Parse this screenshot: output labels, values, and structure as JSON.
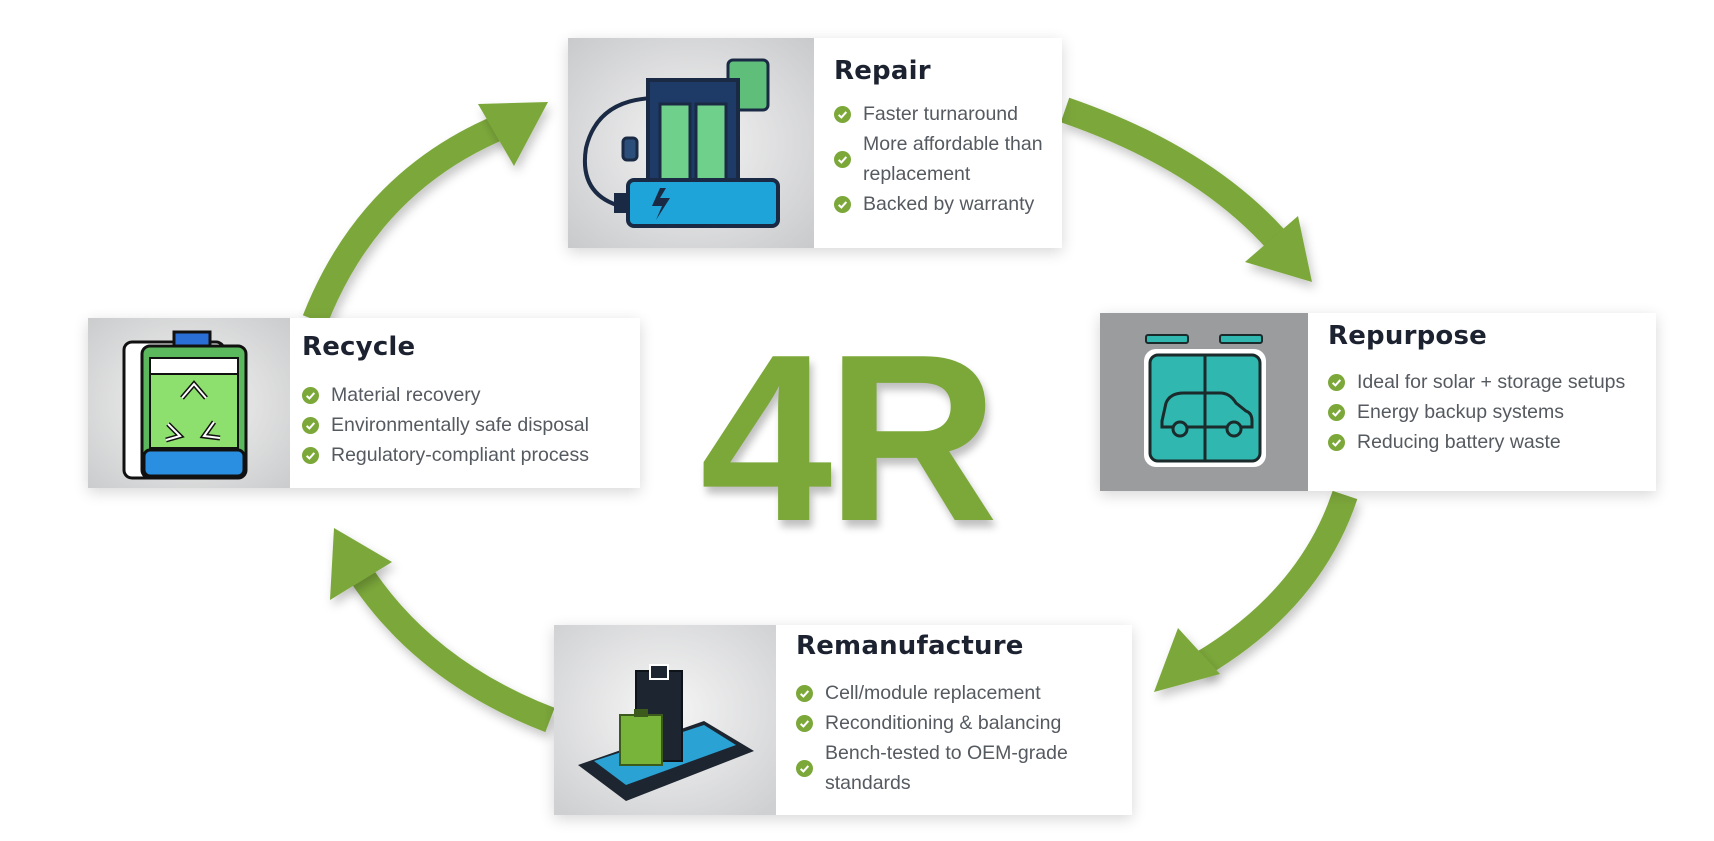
{
  "center_label": "4R",
  "colors": {
    "accent_green": "#7ca83a",
    "heading": "#1c2230",
    "text": "#555a60",
    "card_bg": "#ffffff"
  },
  "cards": {
    "repair": {
      "title": "Repair",
      "icon": "battery-repair-illustration",
      "items": [
        "Faster turnaround",
        "More affordable than replacement",
        "Backed by warranty"
      ]
    },
    "repurpose": {
      "title": "Repurpose",
      "icon": "battery-car-illustration",
      "items": [
        "Ideal for solar + storage setups",
        "Energy backup systems",
        "Reducing battery waste"
      ]
    },
    "remanufacture": {
      "title": "Remanufacture",
      "icon": "battery-modules-illustration",
      "items": [
        "Cell/module replacement",
        "Reconditioning & balancing",
        "Bench-tested to OEM-grade standards"
      ]
    },
    "recycle": {
      "title": "Recycle",
      "icon": "battery-recycle-illustration",
      "items": [
        "Material recovery",
        "Environmentally safe disposal",
        "Regulatory-compliant process"
      ]
    }
  }
}
